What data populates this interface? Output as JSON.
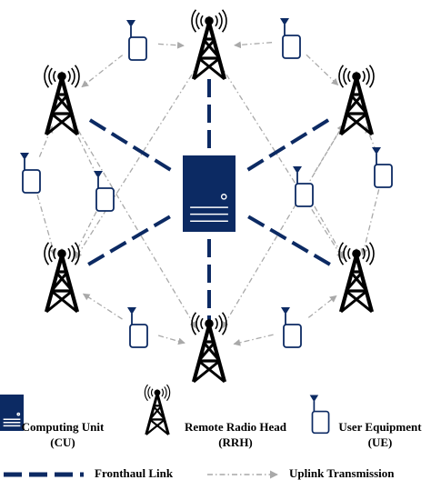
{
  "colors": {
    "navy": "#0c2a63",
    "black": "#000000",
    "arrow_gray": "#a9a9a9",
    "background": "#ffffff"
  },
  "nodes": {
    "cu": {
      "type": "computing-unit",
      "icon": "server-icon"
    },
    "rrh": [
      {
        "id": "rrh-top",
        "icon": "radio-tower-icon"
      },
      {
        "id": "rrh-upper-left",
        "icon": "radio-tower-icon"
      },
      {
        "id": "rrh-upper-right",
        "icon": "radio-tower-icon"
      },
      {
        "id": "rrh-lower-left",
        "icon": "radio-tower-icon"
      },
      {
        "id": "rrh-lower-right",
        "icon": "radio-tower-icon"
      },
      {
        "id": "rrh-bottom",
        "icon": "radio-tower-icon"
      }
    ],
    "ue": [
      {
        "id": "ue-top-left",
        "icon": "user-equipment-icon"
      },
      {
        "id": "ue-top-right",
        "icon": "user-equipment-icon"
      },
      {
        "id": "ue-left-outer",
        "icon": "user-equipment-icon"
      },
      {
        "id": "ue-left-inner",
        "icon": "user-equipment-icon"
      },
      {
        "id": "ue-right-inner",
        "icon": "user-equipment-icon"
      },
      {
        "id": "ue-right-outer",
        "icon": "user-equipment-icon"
      },
      {
        "id": "ue-bottom-left",
        "icon": "user-equipment-icon"
      },
      {
        "id": "ue-bottom-right",
        "icon": "user-equipment-icon"
      }
    ]
  },
  "edges": {
    "fronthaul": [
      [
        "cu",
        "rrh-top"
      ],
      [
        "cu",
        "rrh-upper-left"
      ],
      [
        "cu",
        "rrh-upper-right"
      ],
      [
        "cu",
        "rrh-lower-left"
      ],
      [
        "cu",
        "rrh-lower-right"
      ],
      [
        "cu",
        "rrh-bottom"
      ]
    ],
    "uplink": [
      [
        "ue-top-left",
        "rrh-top"
      ],
      [
        "ue-top-left",
        "rrh-upper-left"
      ],
      [
        "ue-top-right",
        "rrh-top"
      ],
      [
        "ue-top-right",
        "rrh-upper-right"
      ],
      [
        "ue-left-outer",
        "rrh-upper-left"
      ],
      [
        "ue-left-outer",
        "rrh-lower-left"
      ],
      [
        "ue-left-inner",
        "rrh-upper-left"
      ],
      [
        "ue-left-inner",
        "rrh-lower-left"
      ],
      [
        "ue-right-inner",
        "rrh-upper-right"
      ],
      [
        "ue-right-inner",
        "rrh-lower-right"
      ],
      [
        "ue-right-outer",
        "rrh-upper-right"
      ],
      [
        "ue-right-outer",
        "rrh-lower-right"
      ],
      [
        "ue-bottom-left",
        "rrh-lower-left"
      ],
      [
        "ue-bottom-left",
        "rrh-bottom"
      ],
      [
        "ue-bottom-right",
        "rrh-lower-right"
      ],
      [
        "ue-bottom-right",
        "rrh-bottom"
      ],
      [
        "rrh-top",
        "rrh-lower-left"
      ],
      [
        "rrh-top",
        "rrh-lower-right"
      ],
      [
        "rrh-upper-left",
        "rrh-bottom"
      ],
      [
        "rrh-upper-right",
        "rrh-bottom"
      ]
    ]
  },
  "legend": {
    "cu_label_line1": "Computing Unit",
    "cu_label_line2": "(CU)",
    "rrh_label_line1": "Remote Radio Head",
    "rrh_label_line2": "(RRH)",
    "ue_label_line1": "User Equipment",
    "ue_label_line2": "(UE)",
    "fronthaul_label": "Fronthaul Link",
    "uplink_label": "Uplink Transmission"
  }
}
